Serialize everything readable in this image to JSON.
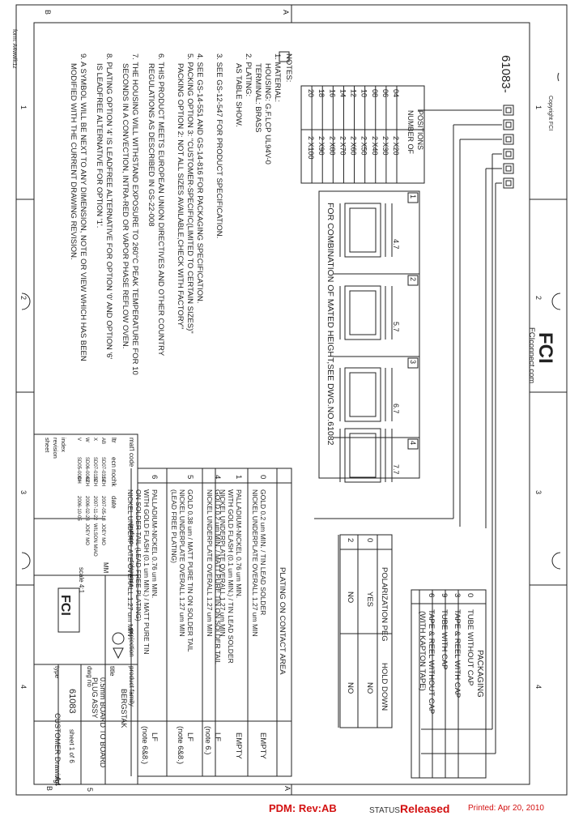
{
  "drawing": {
    "number": "61083",
    "prefix": "61083-",
    "title_lines": [
      "0.5mm BOARD TO BOARD",
      "PLUG ASSY"
    ],
    "product_family": "BERGSTAK",
    "document_type": "CUSTOMER Drawing",
    "sheet_text": "sheet 1 of 6",
    "size": "A4",
    "scale": "scale 4:1",
    "units": "MM",
    "website": "FCIconnect.com",
    "logo_text": "FCI",
    "copyright": "Copyright FCI",
    "form_id": "form: A4wwlit1z",
    "zone_numbers": [
      "1",
      "2",
      "3",
      "4",
      "5"
    ],
    "zone_letters": [
      "A",
      "B"
    ]
  },
  "positions_table": {
    "header": [
      "NUMBER OF",
      "POSITIONS"
    ],
    "rows": [
      [
        "04",
        "2 X20"
      ],
      [
        "06",
        "2 X30"
      ],
      [
        "08",
        "2 X40"
      ],
      [
        "10",
        "2 X50"
      ],
      [
        "12",
        "2 X60"
      ],
      [
        "14",
        "2 X70"
      ],
      [
        "16",
        "2 X80"
      ],
      [
        "18",
        "2 X90"
      ],
      [
        "20",
        "2 X100"
      ]
    ]
  },
  "mated_heights": {
    "caption": "FOR COMBINATION OF MATED HEIGHT,SEE DWG.NO.61082",
    "cells": [
      {
        "num": "1",
        "dim": "4.7"
      },
      {
        "num": "2",
        "dim": "5.7"
      },
      {
        "num": "3",
        "dim": "6.7"
      },
      {
        "num": "4",
        "dim": "7.7"
      }
    ]
  },
  "notes": {
    "heading": "NOTES:",
    "lines": [
      "1. MATERIAL:",
      "HOUSING: G.F.LCP UL94V-0",
      "TERMINAL: BRASS",
      "2. PLATING:",
      "AS TABLE SHOW.",
      "3. SEE GS-12-547 FOR PRODUCT SPECIFICATION.",
      "4. SEE GS-14-551 AND GS-14-816 FOR PACKAGING SPECIFICATION.",
      "5. PACKING OPTION 3: \"CUSTOMER-SPECIFIC(LIMITED TO CERTAIN SIZES)\"",
      "PACKING OPTION 2: NOT ALL SIZES AVAILABLE,CHECK WITH FACTORY\"",
      "6. THIS PRODUCT MEETS EUROPEAN UNION DIRECTIVES AND OTHER COUNTRY",
      "REGULATIONS AS DESCRIBED IN GS-22-008",
      "7. THE HOUSING WILL WITHSTAND EXPOSURE TO 260°C PEAK TEMPERATURE FOR 10",
      "SECONDS IN A CONVECTION, INTRA-RED OR VAPOR PHASE REFLOW OVEN.",
      "8. PLATING OPTION '4' IS LEADFREE ALTERNATIVE FOR OPTION '0' AND OPTION '6'",
      "IS LEADFREE ALTERNATIVE FOR OPTION '1'.",
      "9. A SYMBOL WILL BE NEXT TO ANY DIMENSION, NOTE OR VIEW WHICH HAS BEEN",
      "MODIFIED WITH THE CURRENT DRAWING REVISION."
    ]
  },
  "packaging": {
    "header": "PACKAGING",
    "rows": [
      [
        "0",
        "TUBE WITHOUT CAP"
      ],
      [
        "3",
        "TAPE & REEL WITH CAP"
      ],
      [
        "9",
        "TUBE WITH CAP"
      ],
      [
        "6",
        "TAPE & REEL WITHOUT CAP",
        "(WITH KAPTON TAPE)"
      ]
    ]
  },
  "polarization": {
    "headers": [
      "POLARIZATION PEG",
      "HOLD DOWN"
    ],
    "rows": [
      [
        "0",
        "YES",
        "NO"
      ],
      [
        "2",
        "NO",
        "NO"
      ]
    ]
  },
  "plating": {
    "header": "PLATING ON CONTACT AREA",
    "rows": [
      {
        "opt": "0",
        "lines": [
          "GOLD 0.2 um MIN. / TIN LEAD SOLDER",
          "NICKEL UNDERPLATE OVERALL 1.27 um MIN"
        ],
        "flag": "EMPTY"
      },
      {
        "opt": "1",
        "lines": [
          "PALLADIUM-NICKEL 0.76 um MIN.",
          "WITH GOLD FLASH (0.1 um MIN.) / TIN LEAD SOLDER",
          "NICKEL UNDERPLATE OVERALL 1.27 um MIN"
        ],
        "flag": "EMPTY"
      },
      {
        "opt": "4",
        "lines": [
          "GOLD 0.2 um MIN. / MATT PURE TIN ON SOLDER TAIL",
          "NICKEL UNDERPLATE OVERALL 1.27 um MIN"
        ],
        "flag": "LF",
        "flag_note": "(note 6.)"
      },
      {
        "opt": "5",
        "lines": [
          "GOLD 0.38 um / MATT PURE TIN ON SOLDER TAIL",
          "NICKEL UNDERPLATE OVERALL 1.27 um MIN",
          "(LEAD FREE PLATING)"
        ],
        "flag": "LF",
        "flag_note": "(note 6&8.)"
      },
      {
        "opt": "6",
        "lines": [
          "PALLADIUM-NICKEL 0.76 um MIN.",
          "WITH GOLD FLASH (0.1 um MIN.) / MATT PURE TIN",
          "ON SOLDER TAIL (LEAD FREE PLATING)",
          "NICKEL UNDERPLATE OVERALL 1.27 um MIN"
        ],
        "flag": "LF",
        "flag_note": "(note 6&8.)"
      }
    ]
  },
  "title_block": {
    "material_label": "mat'l code",
    "surface_label": "surface",
    "tolerance_label": "tolerance",
    "projection_label": "projection",
    "product_family_label": "product family",
    "title_label": "title",
    "dwg_no_label": "dwg no",
    "type_label": "type",
    "revision_header": [
      "ltr",
      "ecn no",
      "chk",
      "date"
    ],
    "revisions": [
      [
        "AB",
        "SD07-0314",
        "SZH",
        "2007-05-18"
      ],
      [
        "X",
        "SD07-0116",
        "SZH",
        "2007-11-22"
      ],
      [
        "W",
        "SD06-0043",
        "SZH",
        "2006-02-28"
      ],
      [
        "V",
        "SD05-0084",
        "CH",
        "2006-10-05"
      ]
    ],
    "index_labels": [
      "index",
      "revision",
      "sheet"
    ],
    "signatures": [
      "JOEY MO",
      "WILSON MIAO",
      "JOEY MO"
    ]
  },
  "footer": {
    "pdm": "PDM: Rev:AB",
    "status_label": "STATUS",
    "status_value": "Released",
    "printed": "Printed: Apr 20, 2010"
  }
}
